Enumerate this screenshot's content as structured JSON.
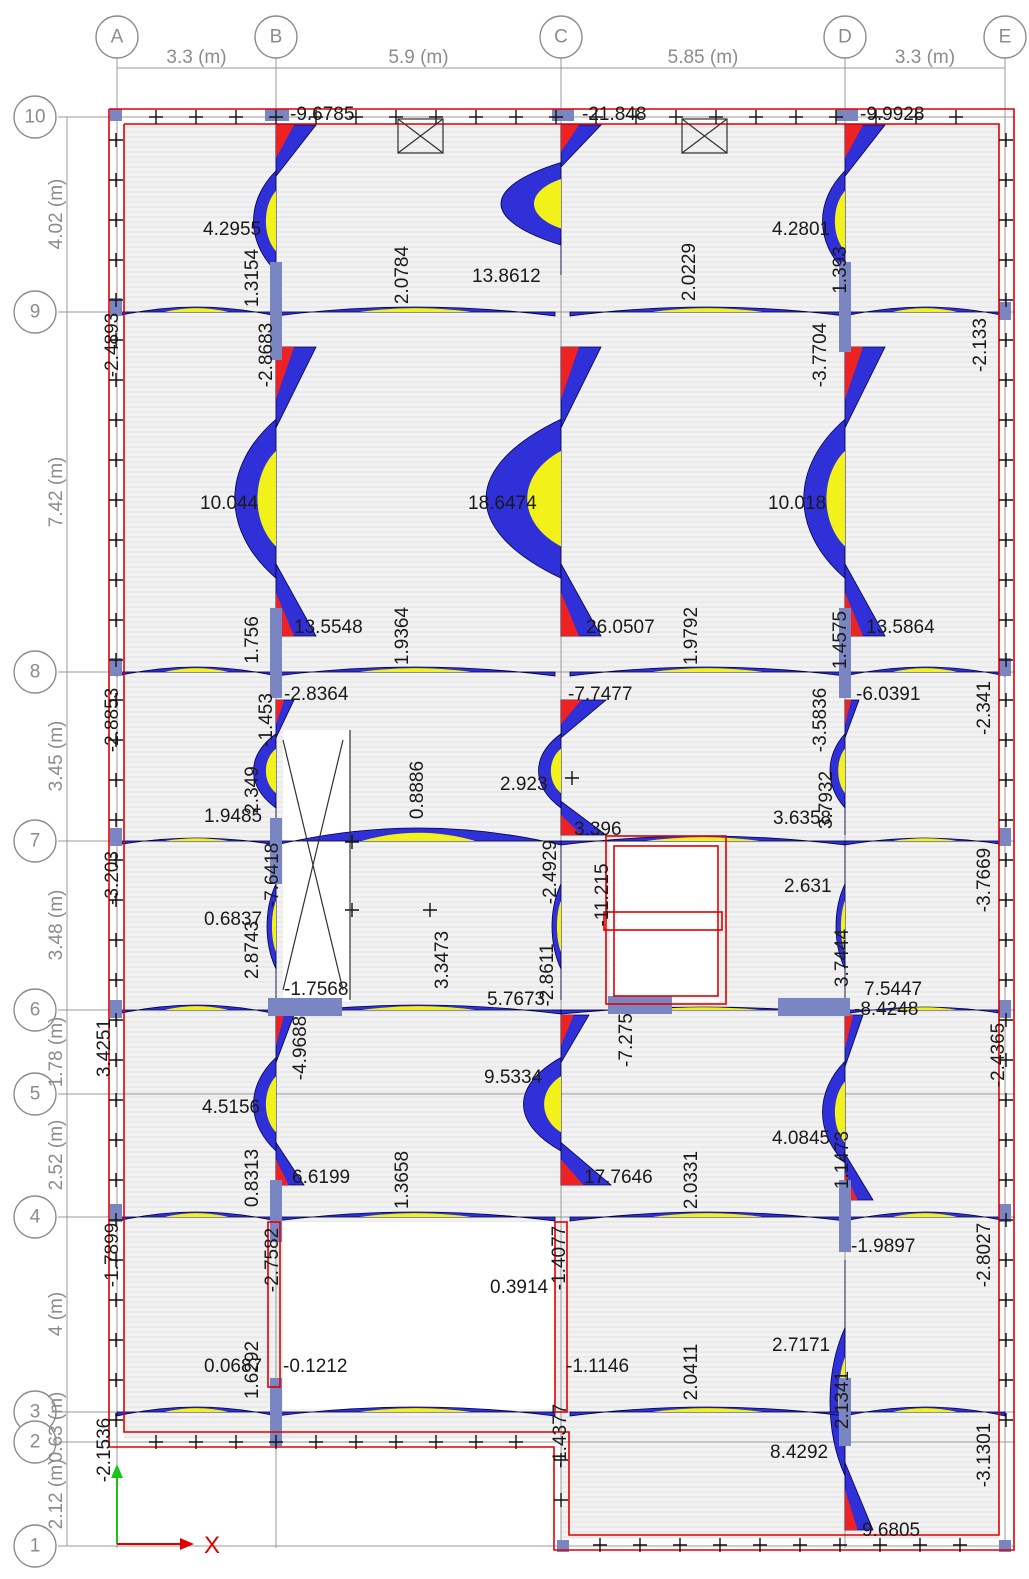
{
  "grid_x": [
    {
      "id": "A",
      "value": 0
    },
    {
      "id": "B",
      "value": 3.3
    },
    {
      "id": "C",
      "value": 9.2
    },
    {
      "id": "D",
      "value": 15.05
    },
    {
      "id": "E",
      "value": 18.35
    }
  ],
  "grid_y": [
    {
      "id": "10",
      "value": 27.2
    },
    {
      "id": "9",
      "value": 23.18
    },
    {
      "id": "8",
      "value": 15.76
    },
    {
      "id": "7",
      "value": 12.31
    },
    {
      "id": "6",
      "value": 8.83
    },
    {
      "id": "5",
      "value": 7.05
    },
    {
      "id": "4",
      "value": 4.53
    },
    {
      "id": "3",
      "value": 0.53
    },
    {
      "id": "2",
      "value": -0.1
    },
    {
      "id": "1",
      "value": -2.22
    }
  ],
  "dims_x": [
    "3.3 (m)",
    "5.9 (m)",
    "5.85 (m)",
    "3.3 (m)"
  ],
  "dims_y": [
    "4.02 (m)",
    "7.42 (m)",
    "3.45 (m)",
    "3.48 (m)",
    "1.78 (m)",
    "2.52 (m)",
    "4 (m)",
    "0.63 (m)",
    "2.12 (m)"
  ],
  "axis": {
    "x_label": "X"
  },
  "moment_labels": [
    {
      "text": "-9.6785",
      "rot": false
    },
    {
      "text": "-21.848",
      "rot": false
    },
    {
      "text": "-9.9928",
      "rot": false
    },
    {
      "text": "4.2955",
      "rot": false
    },
    {
      "text": "13.8612",
      "rot": false
    },
    {
      "text": "4.2801",
      "rot": false
    },
    {
      "text": "1.3154",
      "rot": true
    },
    {
      "text": "2.0784",
      "rot": true
    },
    {
      "text": "2.0229",
      "rot": true
    },
    {
      "text": "1.393",
      "rot": true
    },
    {
      "text": "-2.4893",
      "rot": true
    },
    {
      "text": "-2.8683",
      "rot": true
    },
    {
      "text": "-3.7704",
      "rot": true
    },
    {
      "text": "-2.133",
      "rot": true
    },
    {
      "text": "10.044",
      "rot": false
    },
    {
      "text": "18.6474",
      "rot": false
    },
    {
      "text": "10.018",
      "rot": false
    },
    {
      "text": "1.756",
      "rot": true
    },
    {
      "text": "13.5548",
      "rot": false
    },
    {
      "text": "1.9364",
      "rot": true
    },
    {
      "text": "26.0507",
      "rot": false
    },
    {
      "text": "1.9792",
      "rot": true
    },
    {
      "text": "1.4575",
      "rot": true
    },
    {
      "text": "13.5864",
      "rot": false
    },
    {
      "text": "-2.8364",
      "rot": false
    },
    {
      "text": "-7.7477",
      "rot": false
    },
    {
      "text": "-6.0391",
      "rot": false
    },
    {
      "text": "-2.8853",
      "rot": true
    },
    {
      "text": "-1.453",
      "rot": true
    },
    {
      "text": "-3.5836",
      "rot": true
    },
    {
      "text": "-2.341",
      "rot": true
    },
    {
      "text": "2.923",
      "rot": false
    },
    {
      "text": "1.9485",
      "rot": false
    },
    {
      "text": "2.349",
      "rot": true
    },
    {
      "text": "0.8886",
      "rot": true
    },
    {
      "text": "3.396",
      "rot": false
    },
    {
      "text": "3.6358",
      "rot": false
    },
    {
      "text": "3.7932",
      "rot": true
    },
    {
      "text": "-3.203",
      "rot": true
    },
    {
      "text": "-7.6418",
      "rot": true
    },
    {
      "text": "-2.4929",
      "rot": true
    },
    {
      "text": "-11.215",
      "rot": true
    },
    {
      "text": "2.631",
      "rot": false
    },
    {
      "text": "-3.7669",
      "rot": true
    },
    {
      "text": "0.6837",
      "rot": false
    },
    {
      "text": "2.8743",
      "rot": true
    },
    {
      "text": "-1.7568",
      "rot": false
    },
    {
      "text": "3.3473",
      "rot": true
    },
    {
      "text": "5.7673",
      "rot": false
    },
    {
      "text": "-2.8611",
      "rot": true
    },
    {
      "text": "3.7444",
      "rot": true
    },
    {
      "text": "7.5447",
      "rot": false
    },
    {
      "text": "-8.4248",
      "rot": false
    },
    {
      "text": "3.4251",
      "rot": true
    },
    {
      "text": "-4.9688",
      "rot": true
    },
    {
      "text": "-7.275",
      "rot": true
    },
    {
      "text": "-2.4365",
      "rot": true
    },
    {
      "text": "9.5334",
      "rot": false
    },
    {
      "text": "4.5156",
      "rot": false
    },
    {
      "text": "4.0845",
      "rot": false
    },
    {
      "text": "0.8313",
      "rot": true
    },
    {
      "text": "6.6199",
      "rot": false
    },
    {
      "text": "1.3658",
      "rot": true
    },
    {
      "text": "17.7646",
      "rot": false
    },
    {
      "text": "2.0331",
      "rot": true
    },
    {
      "text": "1.1473",
      "rot": true
    },
    {
      "text": "-1.7899",
      "rot": true
    },
    {
      "text": "-2.7582",
      "rot": true
    },
    {
      "text": "-1.4077",
      "rot": true
    },
    {
      "text": "-1.9897",
      "rot": false
    },
    {
      "text": "-2.8027",
      "rot": true
    },
    {
      "text": "0.3914",
      "rot": false
    },
    {
      "text": "0.0687",
      "rot": false
    },
    {
      "text": "1.6292",
      "rot": true
    },
    {
      "text": "-0.1212",
      "rot": false
    },
    {
      "text": "-1.1146",
      "rot": false
    },
    {
      "text": "2.0411",
      "rot": true
    },
    {
      "text": "2.7171",
      "rot": false
    },
    {
      "text": "2.1341",
      "rot": true
    },
    {
      "text": "-2.1536",
      "rot": true
    },
    {
      "text": "-1.4377",
      "rot": true
    },
    {
      "text": "8.4292",
      "rot": false
    },
    {
      "text": "-3.1301",
      "rot": true
    },
    {
      "text": "9.6805",
      "rot": false
    }
  ]
}
